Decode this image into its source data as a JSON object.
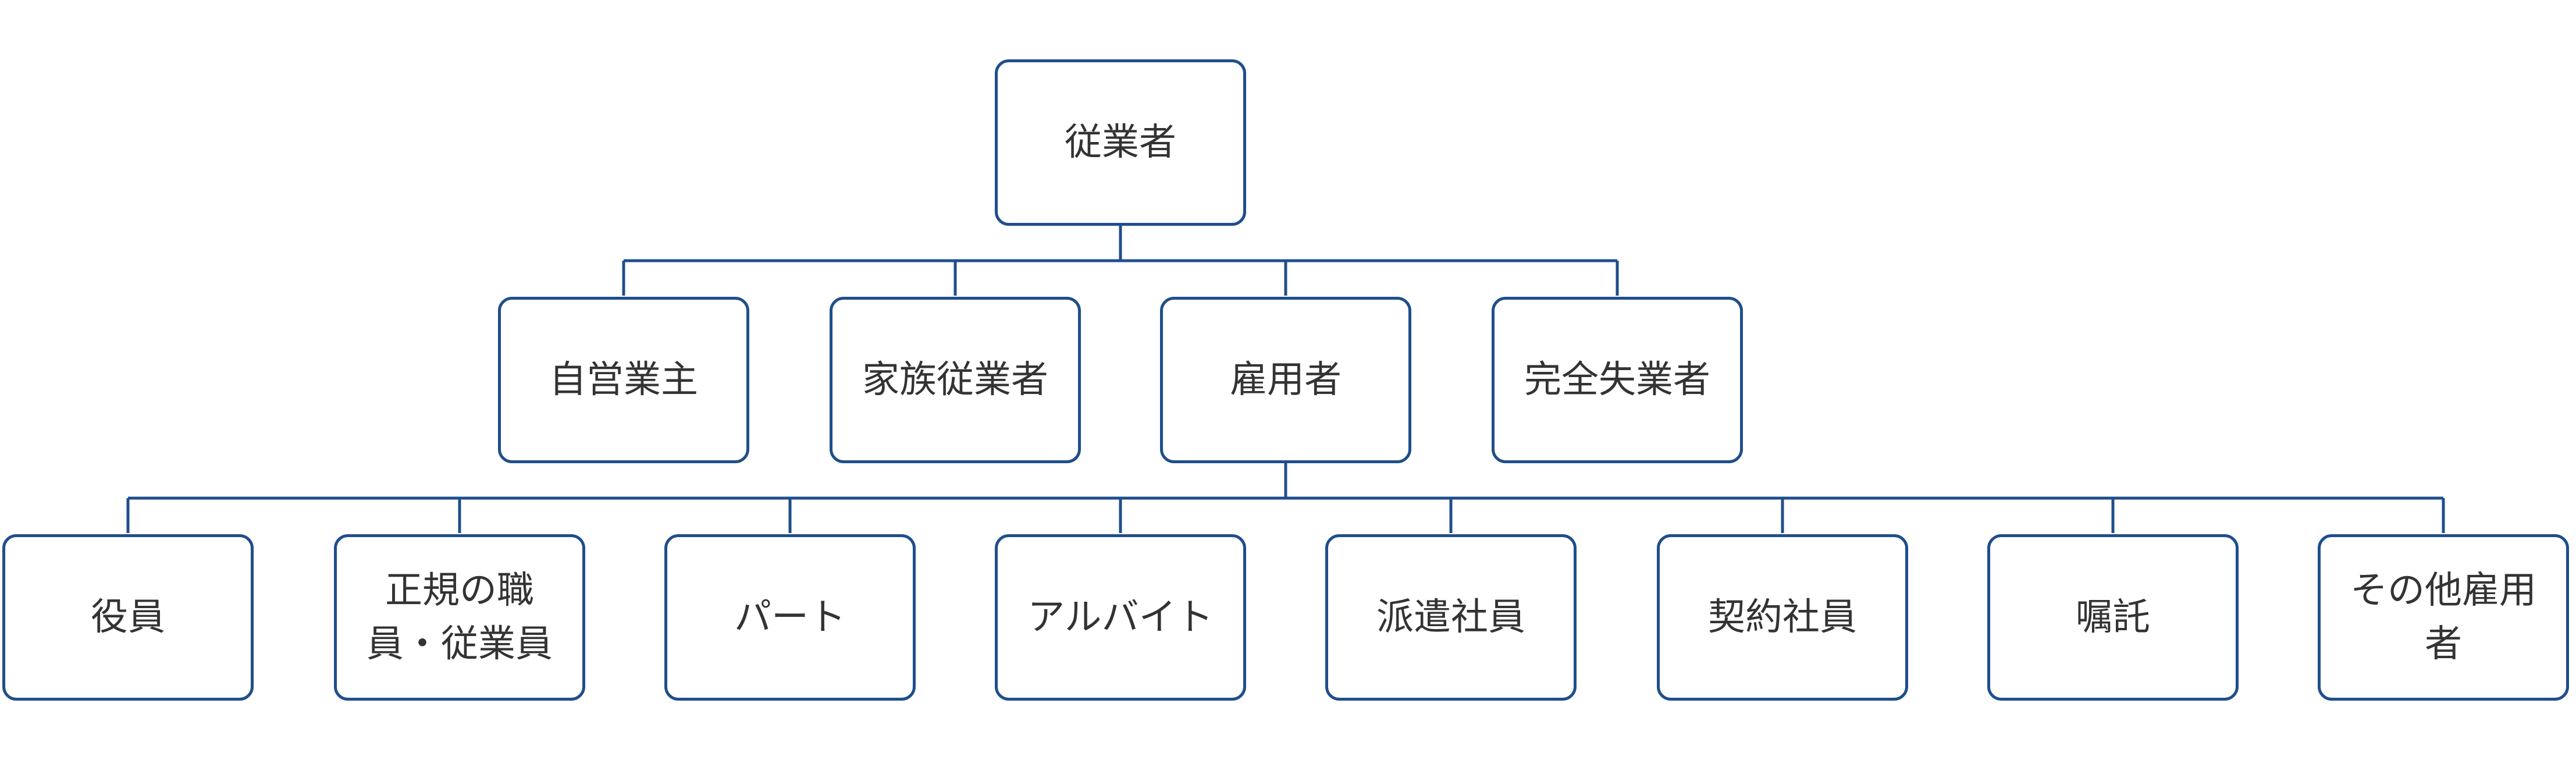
{
  "colors": {
    "border": "#1f4e8c",
    "connector": "#1f4e8c",
    "text": "#333333",
    "background": "#ffffff"
  },
  "root": {
    "label": "従業者"
  },
  "level1": [
    {
      "id": "jieigyounushi",
      "label": "自営業主"
    },
    {
      "id": "kazoku",
      "label": "家族従業者"
    },
    {
      "id": "koyousha",
      "label": "雇用者"
    },
    {
      "id": "kanzen",
      "label": "完全失業者"
    }
  ],
  "level2": [
    {
      "id": "yakuin",
      "label": "役員"
    },
    {
      "id": "seiki",
      "label": "正規の職員・従業員"
    },
    {
      "id": "part",
      "label": "パート"
    },
    {
      "id": "arbeit",
      "label": "アルバイト"
    },
    {
      "id": "haken",
      "label": "派遣社員"
    },
    {
      "id": "keiyaku",
      "label": "契約社員"
    },
    {
      "id": "shokutaku",
      "label": "嘱託"
    },
    {
      "id": "sonota",
      "label": "その他雇用者"
    }
  ]
}
